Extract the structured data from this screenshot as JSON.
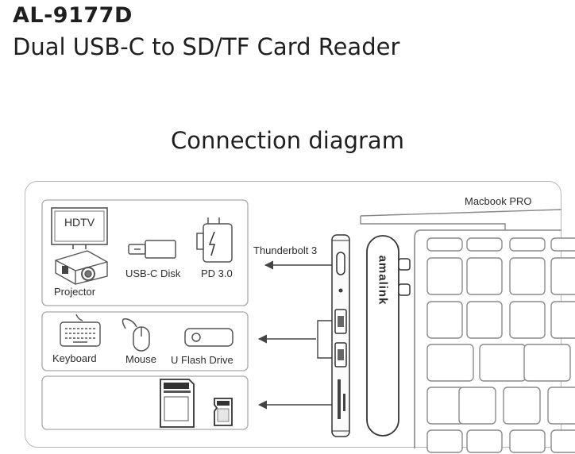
{
  "header": {
    "model": "AL-9177D",
    "product_name": "Dual USB-C to SD/TF Card Reader"
  },
  "diagram": {
    "title": "Connection diagram",
    "laptop_label": "Macbook PRO",
    "hub_brand": "amalink",
    "port_label": "Thunderbolt 3",
    "group_typec": {
      "hdtv": "HDTV",
      "projector": "Projector",
      "usbc_disk": "USB-C Disk",
      "pd": "PD 3.0"
    },
    "group_usba": {
      "keyboard": "Keyboard",
      "mouse": "Mouse",
      "flash_drive": "U Flash Drive"
    },
    "group_cards": {
      "sd_card_icon": "sd-card-icon",
      "tf_card_icon": "tf-card-icon"
    }
  },
  "colors": {
    "stroke": "#5a5a5a",
    "light_stroke": "#b9b9b9",
    "text": "#2c2c2c"
  }
}
